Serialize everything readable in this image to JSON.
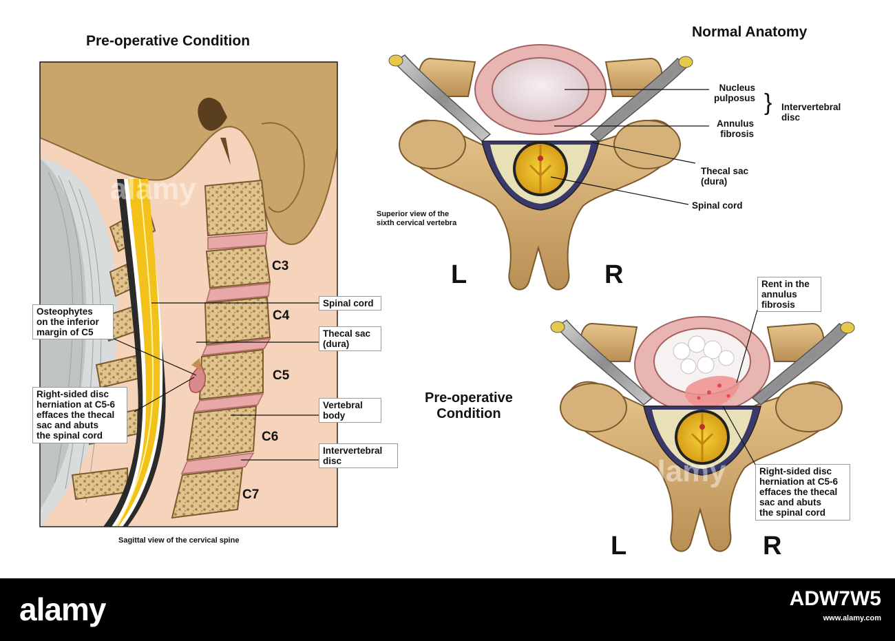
{
  "titles": {
    "left": "Pre-operative Condition",
    "right_top": "Normal Anatomy",
    "right_bottom": "Pre-operative\nCondition"
  },
  "sagittal": {
    "levels": [
      "C3",
      "C4",
      "C5",
      "C6",
      "C7"
    ],
    "labels": {
      "osteophytes": "Osteophytes\non the inferior\nmargin of C5",
      "herniation": "Right-sided disc\nherniation at C5-6\neffaces the thecal\nsac and abuts\nthe spinal cord",
      "spinal_cord": "Spinal cord",
      "thecal_sac": "Thecal sac\n(dura)",
      "vertebral_body": "Vertebral\nbody",
      "intervertebral_disc": "Intervertebral\ndisc"
    },
    "caption": "Sagittal view of the cervical spine"
  },
  "normal": {
    "labels": {
      "nucleus": "Nucleus\npulposus",
      "annulus": "Annulus\nfibrosis",
      "disc_group": "Intervertebral\ndisc",
      "thecal_sac": "Thecal sac\n(dura)",
      "spinal_cord": "Spinal cord"
    },
    "caption": "Superior view of the\nsixth cervical vertebra",
    "left": "L",
    "right": "R"
  },
  "preop": {
    "labels": {
      "rent": "Rent in the\nannulus\nfibrosis",
      "herniation": "Right-sided disc\nherniation at C5-6\neffaces the thecal\nsac and abuts\nthe spinal cord"
    },
    "left": "L",
    "right": "R"
  },
  "footer": {
    "logo": "alamy",
    "image_id": "ADW7W5",
    "site": "www.alamy.com"
  },
  "colors": {
    "bone": "#c8a46e",
    "cord": "#f2c21a",
    "disc": "#e8a8a8",
    "skin": "#f6d3bb"
  }
}
